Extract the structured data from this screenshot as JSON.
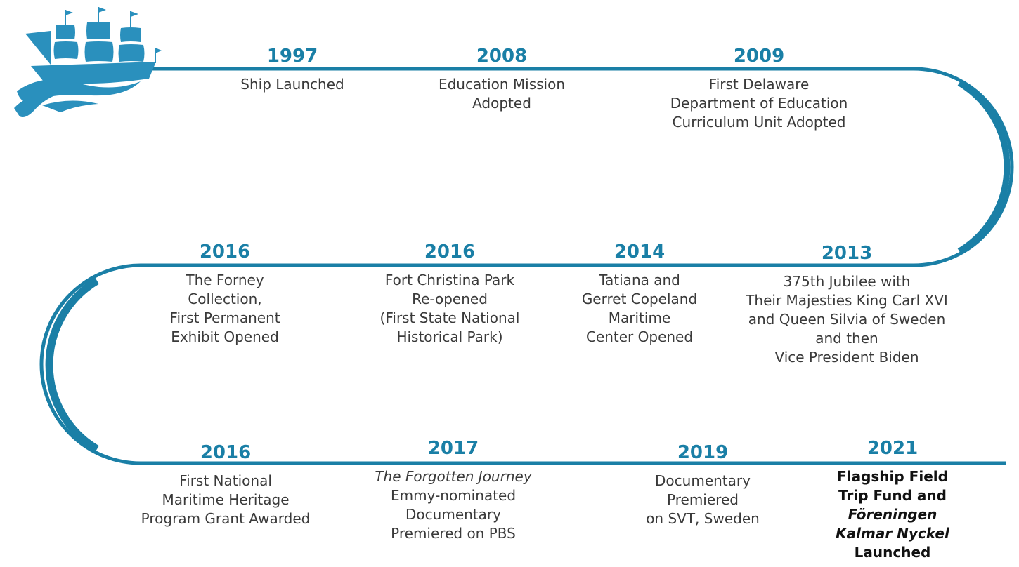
{
  "colors": {
    "line": "#1a7fa6",
    "year": "#1a7fa6",
    "text": "#3a3a3a",
    "ship": "#2a90bd"
  },
  "logo": {
    "icon": "sailing-ship-on-waves-icon"
  },
  "events": [
    {
      "year": "1997",
      "lines": [
        {
          "text": "Ship Launched"
        }
      ]
    },
    {
      "year": "2008",
      "lines": [
        {
          "text": "Education Mission"
        },
        {
          "text": "Adopted"
        }
      ]
    },
    {
      "year": "2009",
      "lines": [
        {
          "text": "First Delaware"
        },
        {
          "text": "Department of Education"
        },
        {
          "text": "Curriculum Unit Adopted"
        }
      ]
    },
    {
      "year": "2016",
      "lines": [
        {
          "text": "The Forney"
        },
        {
          "text": "Collection,"
        },
        {
          "text": "First Permanent"
        },
        {
          "text": "Exhibit Opened"
        }
      ]
    },
    {
      "year": "2016",
      "lines": [
        {
          "text": "Fort Christina Park"
        },
        {
          "text": "Re-opened"
        },
        {
          "text": "(First State National"
        },
        {
          "text": "Historical Park)"
        }
      ]
    },
    {
      "year": "2014",
      "lines": [
        {
          "text": "Tatiana and"
        },
        {
          "text": "Gerret Copeland"
        },
        {
          "text": "Maritime"
        },
        {
          "text": "Center Opened"
        }
      ]
    },
    {
      "year": "2013",
      "lines": [
        {
          "text": "375th Jubilee with"
        },
        {
          "text": "Their Majesties King Carl XVI"
        },
        {
          "text": "and Queen Silvia of Sweden"
        },
        {
          "text": "and then"
        },
        {
          "text": "Vice President Biden"
        }
      ]
    },
    {
      "year": "2016",
      "lines": [
        {
          "text": "First National"
        },
        {
          "text": "Maritime Heritage"
        },
        {
          "text": "Program Grant Awarded"
        }
      ]
    },
    {
      "year": "2017",
      "lines": [
        {
          "text": "The Forgotten Journey",
          "italic": true
        },
        {
          "text": "Emmy-nominated"
        },
        {
          "text": "Documentary"
        },
        {
          "text": "Premiered on PBS"
        }
      ]
    },
    {
      "year": "2019",
      "lines": [
        {
          "text": "Documentary"
        },
        {
          "text": "Premiered"
        },
        {
          "text": "on SVT, Sweden"
        }
      ]
    },
    {
      "year": "2021",
      "bold": true,
      "lines": [
        {
          "text": "Flagship Field"
        },
        {
          "text": "Trip Fund and"
        },
        {
          "text": "Föreningen",
          "italic": true
        },
        {
          "text": "Kalmar Nyckel",
          "italic": true
        },
        {
          "text": "Launched"
        }
      ]
    }
  ]
}
